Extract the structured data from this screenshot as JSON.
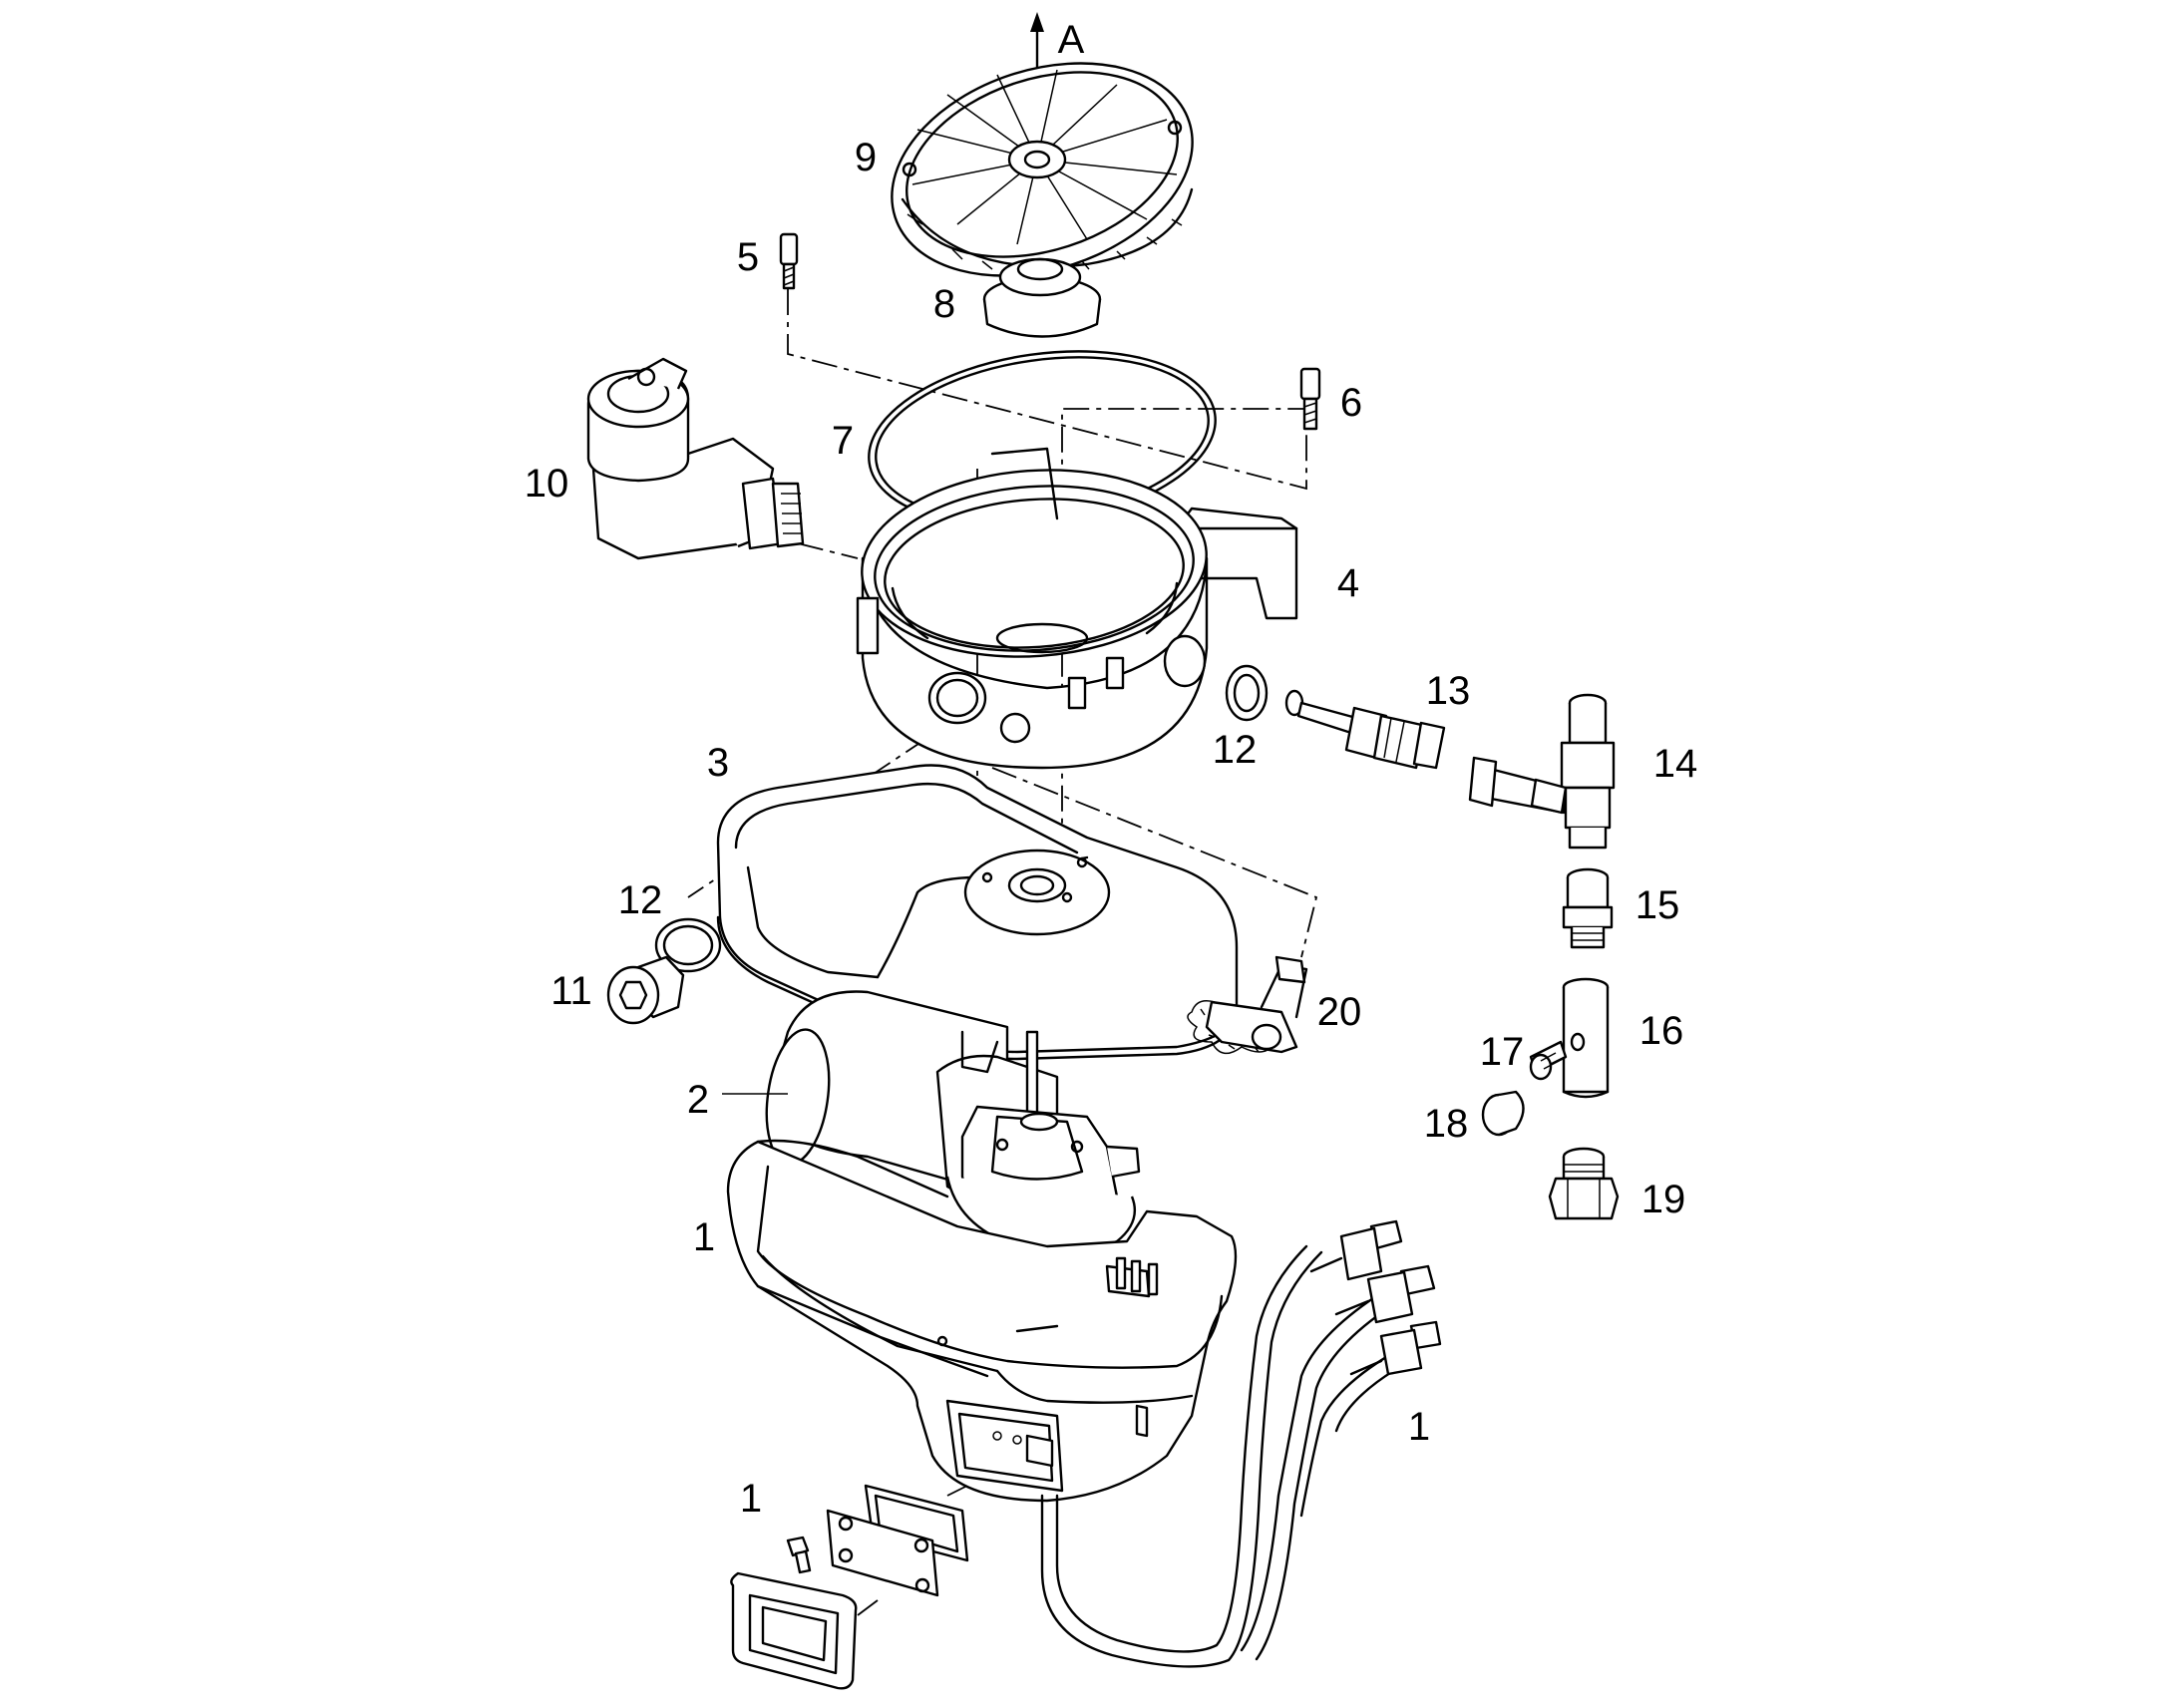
{
  "callouts": {
    "label_A": "A",
    "p9": "9",
    "p5": "5",
    "p8": "8",
    "p6": "6",
    "p7": "7",
    "p10": "10",
    "p4": "4",
    "p13": "13",
    "p12_right": "12",
    "p3": "3",
    "p14": "14",
    "p12_left": "12",
    "p15": "15",
    "p11": "11",
    "p20": "20",
    "p16": "16",
    "p17": "17",
    "p2": "2",
    "p18": "18",
    "p19": "19",
    "p1_base": "1",
    "p1_cable": "1",
    "p1_cover": "1"
  },
  "colors": {
    "line": "#000000",
    "background": "#ffffff"
  }
}
